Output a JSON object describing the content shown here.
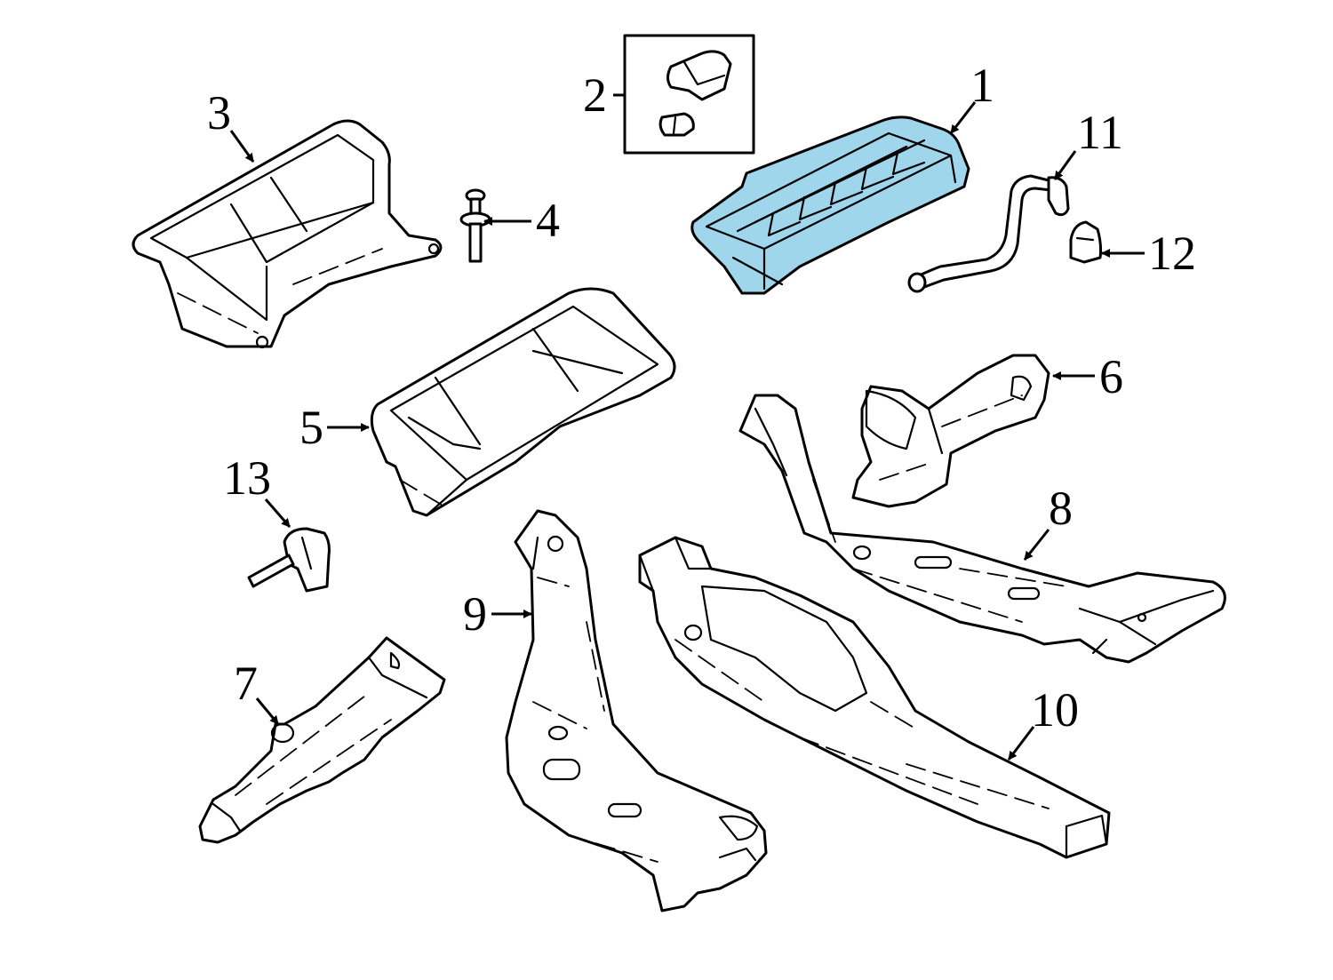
{
  "diagram": {
    "highlight_color": "#9fd6ec",
    "line_color": "#000000",
    "background_color": "#ffffff",
    "callouts": {
      "c1": "1",
      "c2": "2",
      "c3": "3",
      "c4": "4",
      "c5": "5",
      "c6": "6",
      "c7": "7",
      "c8": "8",
      "c9": "9",
      "c10": "10",
      "c11": "11",
      "c12": "12",
      "c13": "13"
    },
    "highlighted_part": "1"
  }
}
